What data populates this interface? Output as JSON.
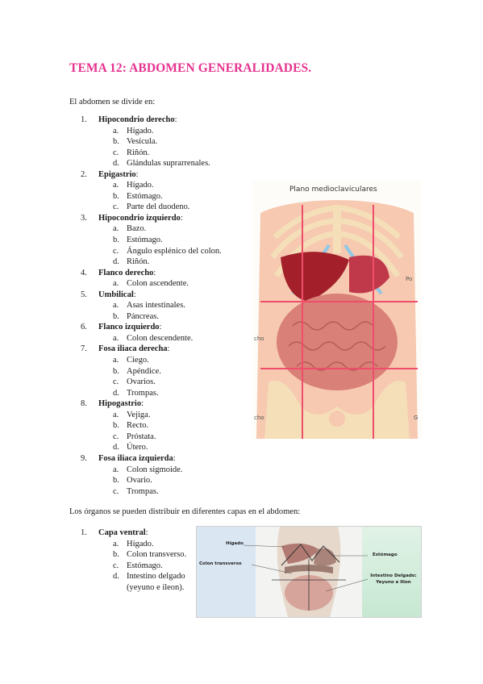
{
  "title": "TEMA 12: ABDOMEN GENERALIDADES.",
  "intro": "El abdomen se divide en:",
  "regions": [
    {
      "num": "1.",
      "name": "Hipocondrio derecho",
      "organs": [
        [
          "a.",
          "Hígado."
        ],
        [
          "b.",
          "Vesícula."
        ],
        [
          "c.",
          "Riñón."
        ],
        [
          "d.",
          "Glándulas suprarrenales."
        ]
      ]
    },
    {
      "num": "2.",
      "name": "Epigastrio",
      "organs": [
        [
          "a.",
          "Hígado."
        ],
        [
          "b.",
          "Estómago."
        ],
        [
          "c.",
          "Parte del duodeno."
        ]
      ]
    },
    {
      "num": "3.",
      "name": "Hipocondrio izquierdo",
      "organs": [
        [
          "a.",
          "Bazo."
        ],
        [
          "b.",
          "Estómago."
        ],
        [
          "c.",
          "Ángulo esplénico del colon."
        ],
        [
          "d.",
          "Riñón."
        ]
      ]
    },
    {
      "num": "4.",
      "name": "Flanco derecho",
      "organs": [
        [
          "a.",
          "Colon ascendente."
        ]
      ]
    },
    {
      "num": "5.",
      "name": "Umbilical",
      "organs": [
        [
          "a.",
          "Asas intestinales."
        ],
        [
          "b.",
          "Páncreas."
        ]
      ]
    },
    {
      "num": "6.",
      "name": "Flanco izquierdo",
      "organs": [
        [
          "a.",
          "Colon descendente."
        ]
      ]
    },
    {
      "num": "7.",
      "name": "Fosa iliaca derecha",
      "organs": [
        [
          "a.",
          "Ciego."
        ],
        [
          "b.",
          "Apéndice."
        ],
        [
          "c.",
          "Ovarios."
        ],
        [
          "d.",
          "Trompas."
        ]
      ]
    },
    {
      "num": "8.",
      "name": "Hipogastrio",
      "organs": [
        [
          "a.",
          "Vejiga."
        ],
        [
          "b.",
          "Recto."
        ],
        [
          "c.",
          "Próstata."
        ],
        [
          "d.",
          "Útero."
        ]
      ]
    },
    {
      "num": "9.",
      "name": "Fosa iliaca izquierda",
      "organs": [
        [
          "a.",
          "Colon sigmoide."
        ],
        [
          "b.",
          "Ovario."
        ],
        [
          "c.",
          "Trompas."
        ]
      ]
    }
  ],
  "layers_caption": "Los órganos se pueden distribuir en diferentes capas en el abdomen:",
  "layers": [
    {
      "num": "1.",
      "name": "Capa ventral",
      "organs": [
        [
          "a.",
          "Hígado."
        ],
        [
          "b.",
          "Colon transverso."
        ],
        [
          "c.",
          "Estómago."
        ],
        [
          "d.",
          "Intestino delgado"
        ],
        [
          "",
          "(yeyuno e ileon)."
        ]
      ]
    }
  ],
  "figure1": {
    "title": "Plano medioclaviculares",
    "side_labels": [
      "Po",
      "cho",
      "cho",
      "G"
    ],
    "colors": {
      "bone": "#f4dfb8",
      "liver": "#a3202b",
      "intestine": "#d98078",
      "plane": "#ee4d6b",
      "skin": "#f6c9b0"
    }
  },
  "figure2": {
    "labels": {
      "higado": "Hígado",
      "colon": "Colon transverso",
      "estomago": "Estómago",
      "intestino": "Intestino Delgado:",
      "intestino2": "Yeyuno e Ilion"
    },
    "colors": {
      "left_panel": "#dbe6f3",
      "right_panel": "#c7e8d3"
    }
  },
  "colors": {
    "title": "#e6338f"
  }
}
